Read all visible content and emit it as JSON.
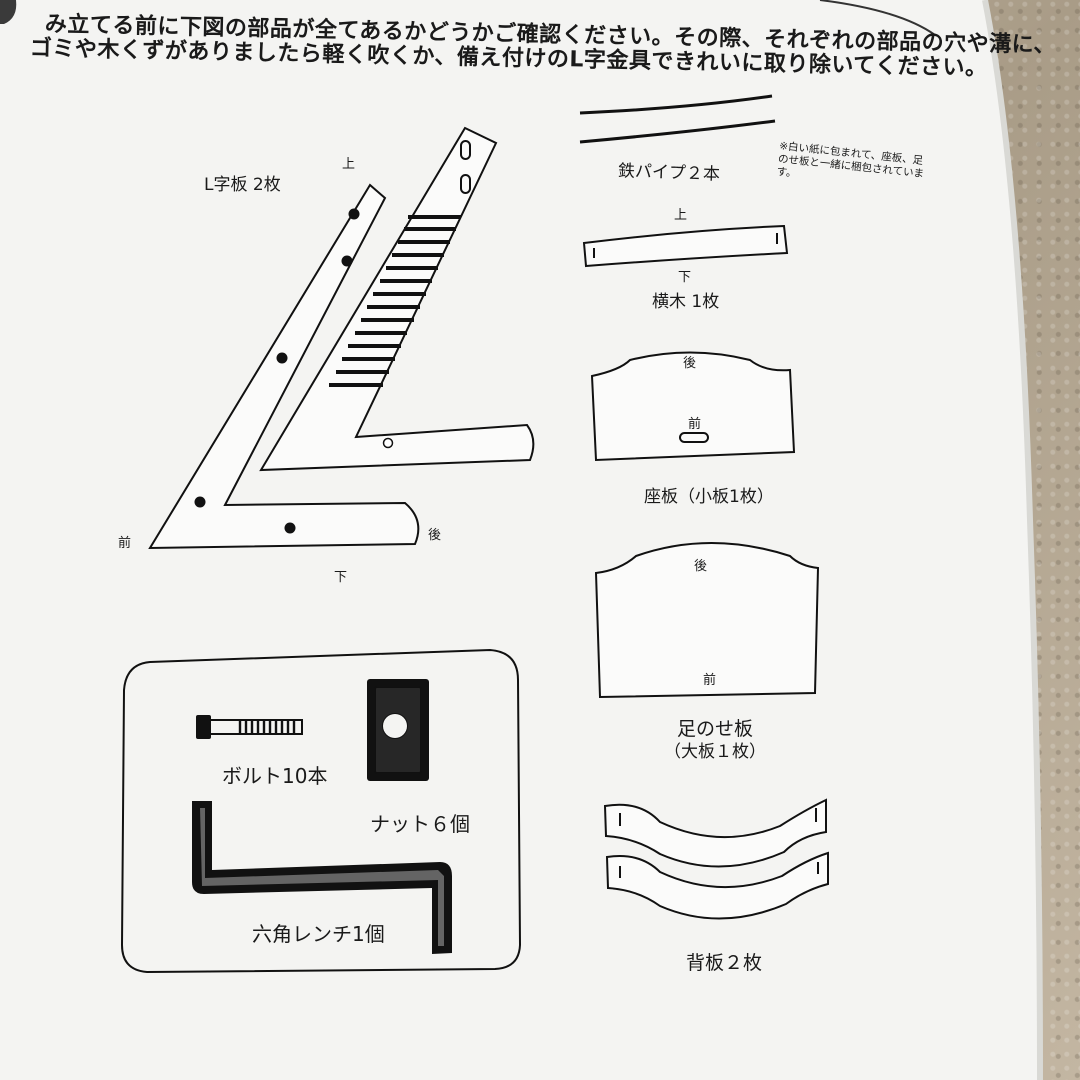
{
  "header": {
    "line1": "み立てる前に下図の部品が全てあるかどうかご確認ください。その際、それぞれの部品の穴や溝に、",
    "line2": "ゴミや木くずがありましたら軽く吹くか、備え付けのL字金具できれいに取り除いてください。"
  },
  "l_board": {
    "title": "L字板 2枚",
    "top": "上",
    "bottom": "下",
    "front": "前",
    "back": "後"
  },
  "pipe": {
    "title": "鉄パイプ２本",
    "note": "※白い紙に包まれて、座板、足のせ板と一緒に梱包されています。"
  },
  "crossbar": {
    "top": "上",
    "bottom": "下",
    "title": "横木 1枚"
  },
  "seat": {
    "back": "後",
    "front": "前",
    "title": "座板（小板1枚）"
  },
  "footrest": {
    "back": "後",
    "front": "前",
    "title_line1": "足のせ板",
    "title_line2": "（大板１枚）"
  },
  "backrest": {
    "title": "背板２枚"
  },
  "tools": {
    "bolt": "ボルト10本",
    "nut": "ナット６個",
    "wrench": "六角レンチ1個"
  }
}
